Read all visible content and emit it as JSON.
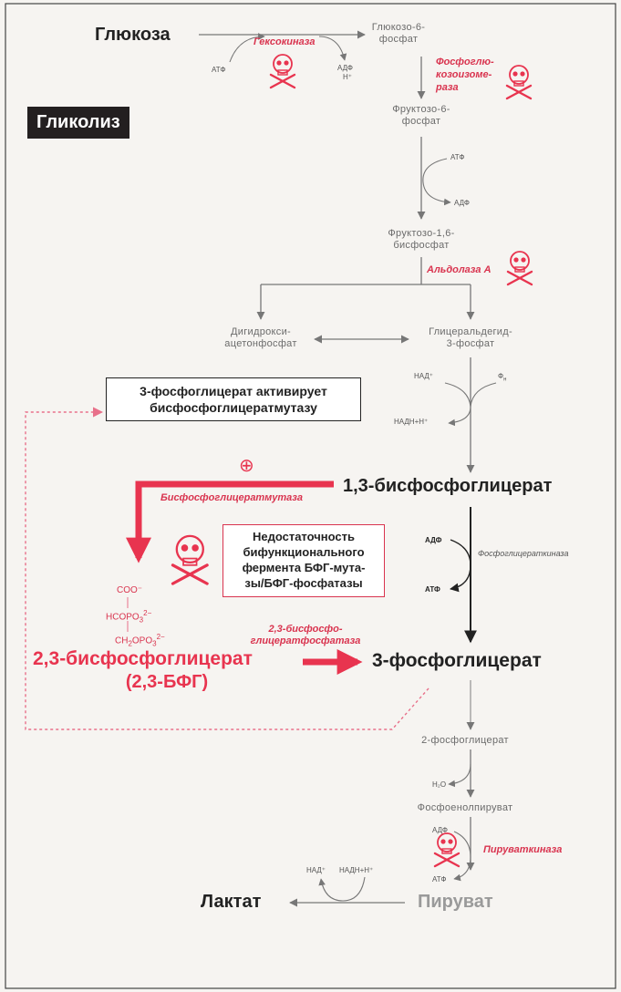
{
  "title": "Гликолиз",
  "metabolites": {
    "glucose": "Глюкоза",
    "g6p": "Глюкозо-6-\nфосфат",
    "f6p": "Фруктозо-6-\nфосфат",
    "f16bp": "Фруктозо-1,6-\nбисфосфат",
    "dhap": "Дигидрокси-\nацетонфосфат",
    "gap": "Глицеральдегид-\n3-фосфат",
    "bpg13": "1,3-бисфосфоглицерат",
    "bpg23": "2,3-бисфосфоглицерат",
    "bpg23_abbr": "(2,3-БФГ)",
    "pg3": "3-фосфоглицерат",
    "pg2": "2-фосфоглицерат",
    "pep": "Фосфоенолпируват",
    "pyruvate": "Пируват",
    "lactate": "Лактат"
  },
  "enzymes": {
    "hexokinase": "Гексокиназа",
    "pgi": "Фосфоглю-\nкозоизоме-\nраза",
    "aldolase": "Альдолаза А",
    "bpg_mutase": "Бисфосфоглицератмутаза",
    "bpg_phosphatase": "2,3-бисфосфо-\nглицератфосфатаза",
    "pgk": "Фосфоглицераткиназа",
    "pk": "Пируваткиназа"
  },
  "cofactors": {
    "atp": "АТФ",
    "adp": "АДФ",
    "h_plus": "Н⁺",
    "nad": "НАД⁺",
    "nadh": "НАДН+Н⁺",
    "pi": "Ф",
    "pi_sub": "н",
    "h2o": "Н₂О",
    "plus_sign": "⊕"
  },
  "boxes": {
    "activates": "3-фосфоглицерат активирует\nбисфосфоглицератмутазу",
    "deficiency": "Недостаточность\nбифункционального\nфермента БФГ-мута-\nзы/БФГ-фосфатазы"
  },
  "structure": {
    "line1": "COO⁻",
    "line2_base": "HCOPO",
    "line2_sub": "3",
    "line2_sup": "2−",
    "line3_base": "CH",
    "line3_sub": "2",
    "line3_mid": "OPO",
    "line3_sub2": "3",
    "line3_sup": "2−"
  },
  "colors": {
    "accent": "#d9344f",
    "dark": "#222222",
    "gray": "#6b6b6b",
    "background": "#f6f4f1"
  }
}
